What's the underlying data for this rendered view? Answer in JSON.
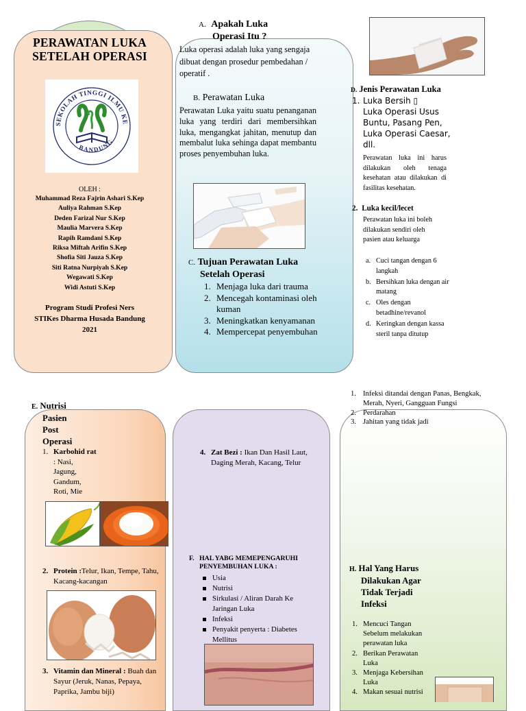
{
  "title": {
    "line1": "PERAWATAN LUKA",
    "line2": "SETELAH OPERASI"
  },
  "logo": {
    "text": "SEKOLAH TINGGI ILMU KESEHATAN DHARMA HUSADA",
    "bottom": "BANDUNG"
  },
  "authors": {
    "label": "OLEH :",
    "names": [
      "Muhammad Reza Fajrin Ashari S.Kep",
      "Auliya Rahman S.Kep",
      "Deden Farizal Nur S.Kep",
      "Maulia Marvera S.Kep",
      "Rapih Ramdani S.Kep",
      "Riksa Miftah Arifin S.Kep",
      "Shofia Siti Jauza S.Kep",
      "Siti Ratna Nurpiyah S.Kep",
      "Wegawati S.Kep",
      "Widi Astuti S.Kep"
    ],
    "program": [
      "Program Studi Profesi  Ners",
      "STIKes Dharma Husada Bandung",
      "2021"
    ]
  },
  "section_a": {
    "letter": "A.",
    "heading1": "Apakah Luka",
    "heading2": "Operasi Itu ?",
    "body": "Luka operasi adalah luka yang sengaja dibuat dengan prosedur pembedahan / operatif ."
  },
  "section_b": {
    "letter": "B.",
    "heading": "Perawatan Luka",
    "body": "Perawatan Luka yaitu suatu penanganan luka yang terdiri dari membersihkan luka, mengangkat jahitan, menutup dan membalut luka sehinga dapat membantu proses penyembuhan luka."
  },
  "section_c": {
    "letter": "C.",
    "heading1": "Tujuan Perawatan Luka",
    "heading2": "Setelah Operasi",
    "items": [
      "Menjaga luka dari trauma",
      "Mencegah kontaminasi oleh kuman",
      "Meningkatkan kenyamanan",
      "Mempercepat penyembuhan"
    ]
  },
  "section_d": {
    "letter": "D.",
    "heading": "Jenis Perawatan Luka",
    "item1_title": "Luka Bersih ▯",
    "item1_sub": "Luka Operasi Usus Buntu, Pasang Pen, Luka Operasi Caesar, dll.",
    "item1_body": "Perawatan luka ini harus dilakukan oleh tenaga kesehatan atau dilakukan di fasilitas kesehatan.",
    "item2_title": "Luka kecil/lecet",
    "item2_body": "Perawatan luka ini boleh dilakukan sendiri oleh pasien atau keluarga",
    "steps": [
      {
        "m": "a.",
        "t": "Cuci tangan dengan 6 langkah"
      },
      {
        "m": "b.",
        "t": "Bersihkan luka dengan air matang"
      },
      {
        "m": "c.",
        "t": "Oles dengan betadhine/revanol"
      },
      {
        "m": "d.",
        "t": "Keringkan dengan kassa steril tanpa ditutup"
      }
    ]
  },
  "section_e": {
    "letter": "E.",
    "heading": [
      "Nutrisi",
      "Pasien",
      "Post",
      "Operasi"
    ],
    "karbo_label": "Karbohid rat",
    "karbo_text": ": Nasi, Jagung, Gandum, Roti, Mie",
    "protein_label": "Protein :",
    "protein_text": "Telur, Ikan, Tempe, Tahu, Kacang-kacangan",
    "vitamin_label": "Vitamin dan Mineral :",
    "vitamin_text": " Buah dan Sayur (Jeruk, Nanas, Pepaya, Paprika, Jambu biji)"
  },
  "zat_bezi": {
    "label": "Zat Bezi :",
    "text": " Ikan Dan Hasil Laut, Daging Merah, Kacang, Telur"
  },
  "section_f": {
    "letter": "F.",
    "heading": "HAL YABG MEMEPENGARUHI PENYEMBUHAN LUKA :",
    "items": [
      "Usia",
      "Nutrisi",
      "Sirkulasi / Aliran Darah Ke Jaringan Luka",
      "Infeksi",
      "Penyakit penyerta : Diabetes Mellitus"
    ]
  },
  "section_g": {
    "items": [
      "Infeksi ditandai dengan Panas, Bengkak, Merah, Nyeri, Gangguan Fungsi",
      "Perdarahan",
      "Jahitan yang tidak jadi"
    ]
  },
  "section_h": {
    "letter": "H.",
    "heading": [
      "Hal Yang Harus",
      "Dilakukan Agar",
      "Tidak Terjadi",
      "Infeksi"
    ],
    "items": [
      "Mencuci Tangan Sebelum melakukan perawatan luka",
      "Berikan Perawatan Luka",
      "Menjaga Kebersihan Luka",
      "Makan sesuai nutrisi"
    ]
  },
  "colors": {
    "peach": "#fbe0cc",
    "green": "#d6ebc6",
    "blue_top": "#f4fafb",
    "blue_bottom": "#b4e0ea",
    "lavender": "#e3dcee",
    "navy": "#1f2a6b"
  }
}
